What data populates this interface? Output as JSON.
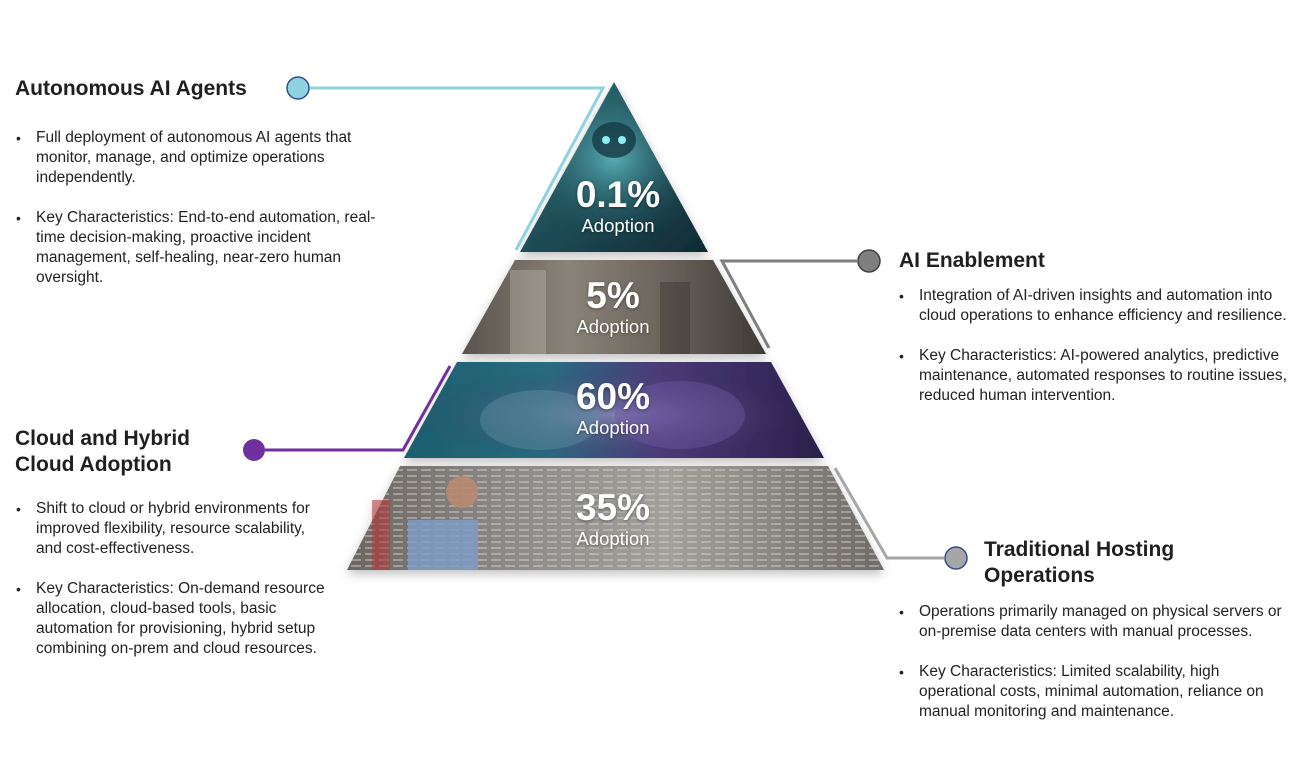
{
  "colors": {
    "tier1_connector": "#8fd3e0",
    "tier2_connector": "#7f7f7f",
    "tier3_connector": "#7030a0",
    "tier4_connector": "#a6a6a6",
    "marker_outline": "#2f4f8f"
  },
  "pyramid": {
    "tiers": [
      {
        "value": "0.1%",
        "label": "Adoption",
        "theme": "autonomous robot"
      },
      {
        "value": "5%",
        "label": "Adoption",
        "theme": "robot and human"
      },
      {
        "value": "60%",
        "label": "Adoption",
        "theme": "cloud"
      },
      {
        "value": "35%",
        "label": "Adoption",
        "theme": "server racks"
      }
    ]
  },
  "sections": {
    "autonomous": {
      "title": "Autonomous AI Agents",
      "bullets": [
        "Full deployment of autonomous AI agents that monitor, manage, and optimize operations independently.",
        "Key Characteristics: End-to-end automation, real-time decision-making, proactive incident management, self-healing, near-zero human oversight."
      ]
    },
    "enablement": {
      "title": "AI Enablement",
      "bullets": [
        "Integration of AI-driven insights and automation into cloud operations to enhance efficiency and resilience.",
        "Key Characteristics: AI-powered analytics, predictive maintenance, automated responses to routine issues, reduced human intervention."
      ]
    },
    "cloud": {
      "title_line1": "Cloud and Hybrid",
      "title_line2": "Cloud Adoption",
      "bullets": [
        "Shift to cloud or hybrid environments for improved flexibility, resource scalability, and cost-effectiveness.",
        "Key Characteristics: On-demand resource allocation, cloud-based tools, basic automation for provisioning, hybrid setup combining on-prem and cloud resources."
      ]
    },
    "traditional": {
      "title_line1": "Traditional Hosting",
      "title_line2": "Operations",
      "bullets": [
        "Operations primarily managed on physical servers or on-premise data centers with manual processes.",
        "Key Characteristics: Limited scalability, high operational costs, minimal automation, reliance on manual monitoring and maintenance."
      ]
    }
  }
}
